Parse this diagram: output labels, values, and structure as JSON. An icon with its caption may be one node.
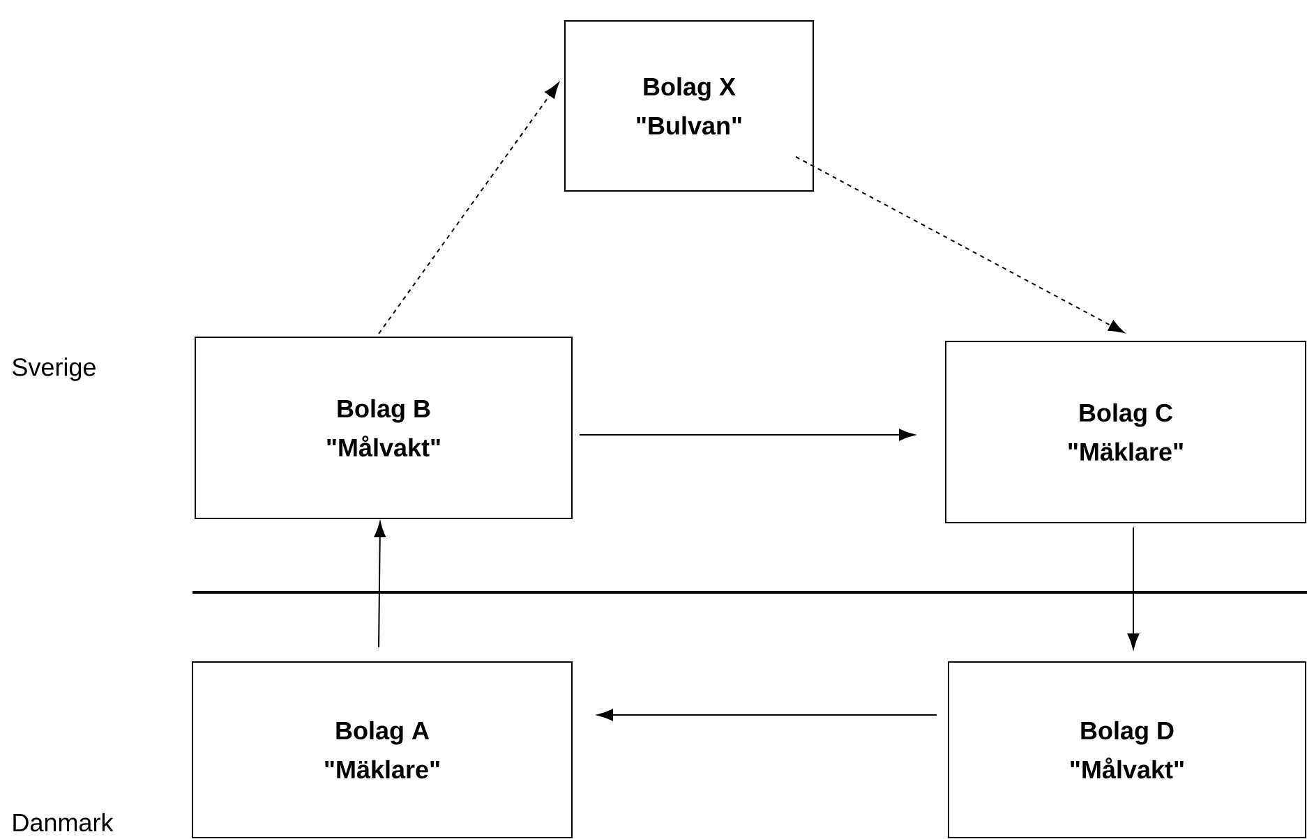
{
  "diagram": {
    "nodes": [
      {
        "text": [
          "Bolag X",
          "\"Bulvan\""
        ]
      },
      {
        "text": [
          "Bolag B",
          "\"Målvakt\""
        ]
      },
      {
        "text": [
          "Bolag C",
          "\"Mäklare\""
        ]
      },
      {
        "text": [
          "Bolag A",
          "\"Mäklare\""
        ]
      },
      {
        "text": [
          "Bolag D",
          "\"Målvakt\""
        ]
      }
    ],
    "edges": [
      {
        "from": 1,
        "to": 0,
        "arrow": "to",
        "style": "dashed"
      },
      {
        "from": 0,
        "to": 2,
        "arrow": "to",
        "style": "dashed"
      },
      {
        "from": 1,
        "to": 2,
        "arrow": "to"
      },
      {
        "from": 2,
        "to": 4,
        "arrow": "to"
      },
      {
        "from": 4,
        "to": 3,
        "arrow": "to"
      },
      {
        "from": 3,
        "to": 1,
        "arrow": "to"
      }
    ],
    "labels": [
      "Sverige",
      "Danmark"
    ]
  }
}
